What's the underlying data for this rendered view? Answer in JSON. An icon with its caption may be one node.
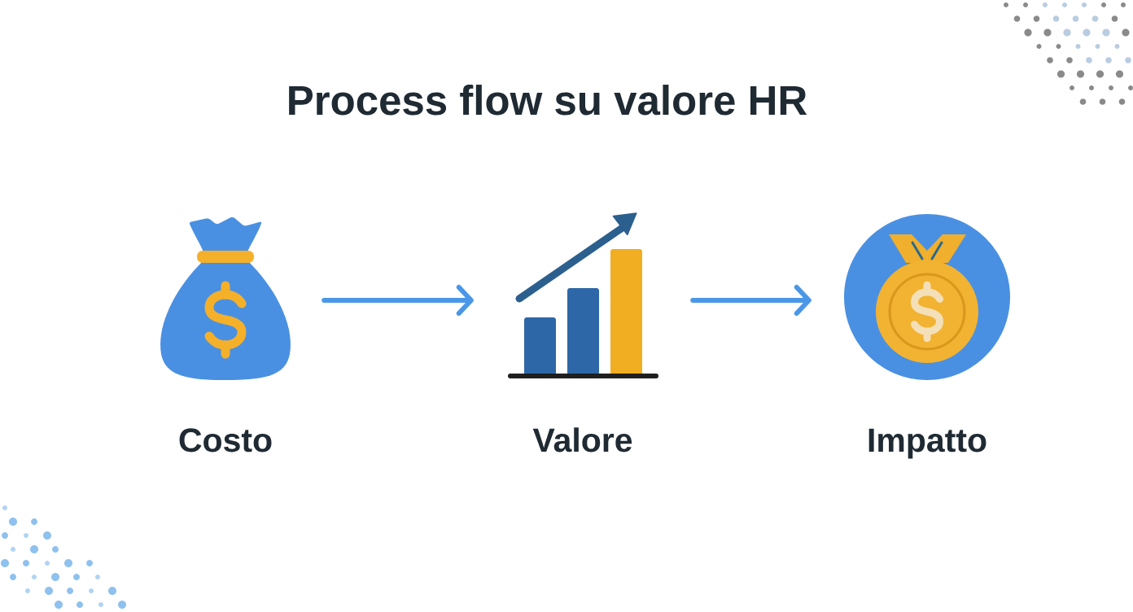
{
  "diagram": {
    "title": "Process flow su valore HR",
    "nodes": [
      {
        "text": [],
        "shape": "picture",
        "beside": [
          "Costo"
        ]
      },
      {
        "text": [],
        "shape": "picture",
        "beside": [
          "Valore"
        ]
      },
      {
        "text": [],
        "shape": "picture",
        "beside": [
          "Impatto"
        ]
      }
    ],
    "edges": [
      {
        "from": 0,
        "to": 1,
        "arrow": "to"
      },
      {
        "from": 1,
        "to": 2,
        "arrow": "to"
      }
    ]
  }
}
